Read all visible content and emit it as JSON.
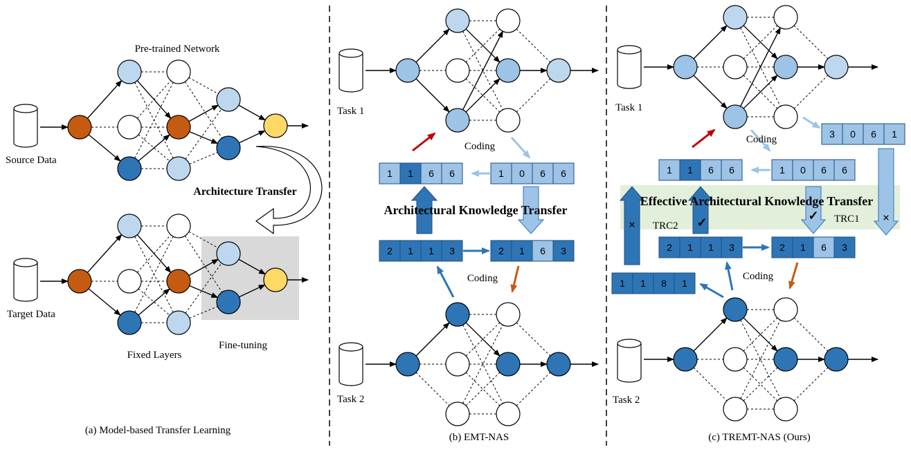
{
  "colors": {
    "orange": "#C55A11",
    "yellow": "#FFD966",
    "light_blue": "#BDD7EE",
    "mid_blue": "#9DC3E6",
    "dark_blue": "#2E75B6",
    "red_arrow": "#C00000",
    "orange_arrow": "#C55A11",
    "gray_box": "#D9D9D9",
    "green_box": "#E2EFDA"
  },
  "panel_a": {
    "source_label": "Source Data",
    "target_label": "Target Data",
    "pretrained_label": "Pre-trained Network",
    "architecture_transfer": "Architecture Transfer",
    "fixed_layers": "Fixed Layers",
    "fine_tuning": "Fine-tuning",
    "caption": "(a) Model-based Transfer Learning"
  },
  "panel_b": {
    "task1": "Task 1",
    "task2": "Task 2",
    "coding_top": "Coding",
    "coding_bottom": "Coding",
    "akt": "Architectural Knowledge Transfer",
    "caption": "(b) EMT-NAS",
    "code_t1_left": [
      "1",
      "1",
      "6",
      "6"
    ],
    "code_t1_right": [
      "1",
      "0",
      "6",
      "6"
    ],
    "code_t2_left": [
      "2",
      "1",
      "1",
      "3"
    ],
    "code_t2_right": [
      "2",
      "1",
      "6",
      "3"
    ]
  },
  "panel_c": {
    "task1": "Task 1",
    "task2": "Task 2",
    "coding_top": "Coding",
    "coding_bottom": "Coding",
    "eakt": "Effective Architectural Knowledge Transfer",
    "trc1": "TRC1",
    "trc2": "TRC2",
    "check": "✓",
    "cross": "×",
    "caption": "(c) TREMT-NAS (Ours)",
    "code_new1": [
      "3",
      "0",
      "6",
      "1"
    ],
    "code_new2": [
      "1",
      "1",
      "8",
      "1"
    ],
    "code_t1_left": [
      "1",
      "1",
      "6",
      "6"
    ],
    "code_t1_right": [
      "1",
      "0",
      "6",
      "6"
    ],
    "code_t2_left": [
      "2",
      "1",
      "1",
      "3"
    ],
    "code_t2_right": [
      "2",
      "1",
      "6",
      "3"
    ]
  }
}
